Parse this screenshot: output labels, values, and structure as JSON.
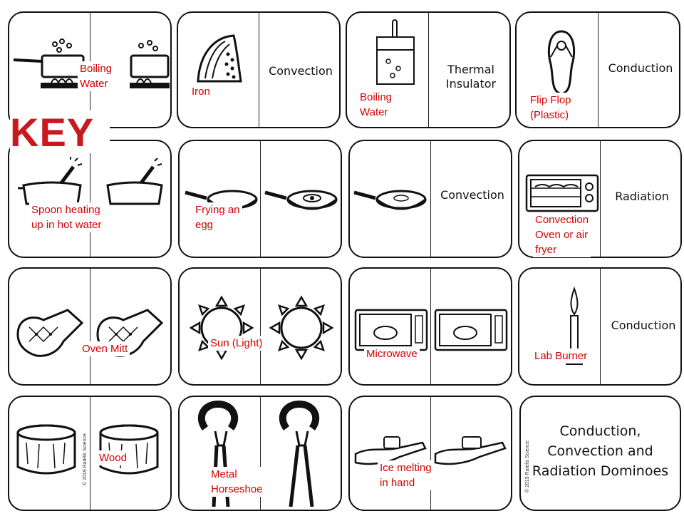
{
  "key_title": "KEY",
  "copyright": "© 2019 Ratelis Science",
  "labels": {
    "convection": "Convection",
    "conduction": "Conduction",
    "radiation": "Radiation",
    "thermal_1": "Thermal",
    "thermal_2": "Insulator"
  },
  "key_answers": {
    "boiling_water_1_a": "Boiling",
    "boiling_water_1_b": "Water",
    "iron": "Iron",
    "boiling_water_2_a": "Boiling",
    "boiling_water_2_b": "Water",
    "flip_flop_a": "Flip Flop",
    "flip_flop_b": "(Plastic)",
    "spoon_a": "Spoon heating",
    "spoon_b": "up in hot water",
    "frying_a": "Frying an",
    "frying_b": "egg",
    "oven_a": "Convection",
    "oven_b": "Oven or air",
    "oven_c": "fryer",
    "oven_mitt": "Oven Mitt",
    "sun": "Sun (Light)",
    "microwave": "Microwave",
    "lab_burner": "Lab Burner",
    "wood": "Wood",
    "horseshoe_a": "Metal",
    "horseshoe_b": "Horseshoe",
    "ice_a": "Ice melting",
    "ice_b": "in hand"
  },
  "title": {
    "line1": "Conduction,",
    "line2": "Convection and",
    "line3": "Radiation Dominoes"
  }
}
